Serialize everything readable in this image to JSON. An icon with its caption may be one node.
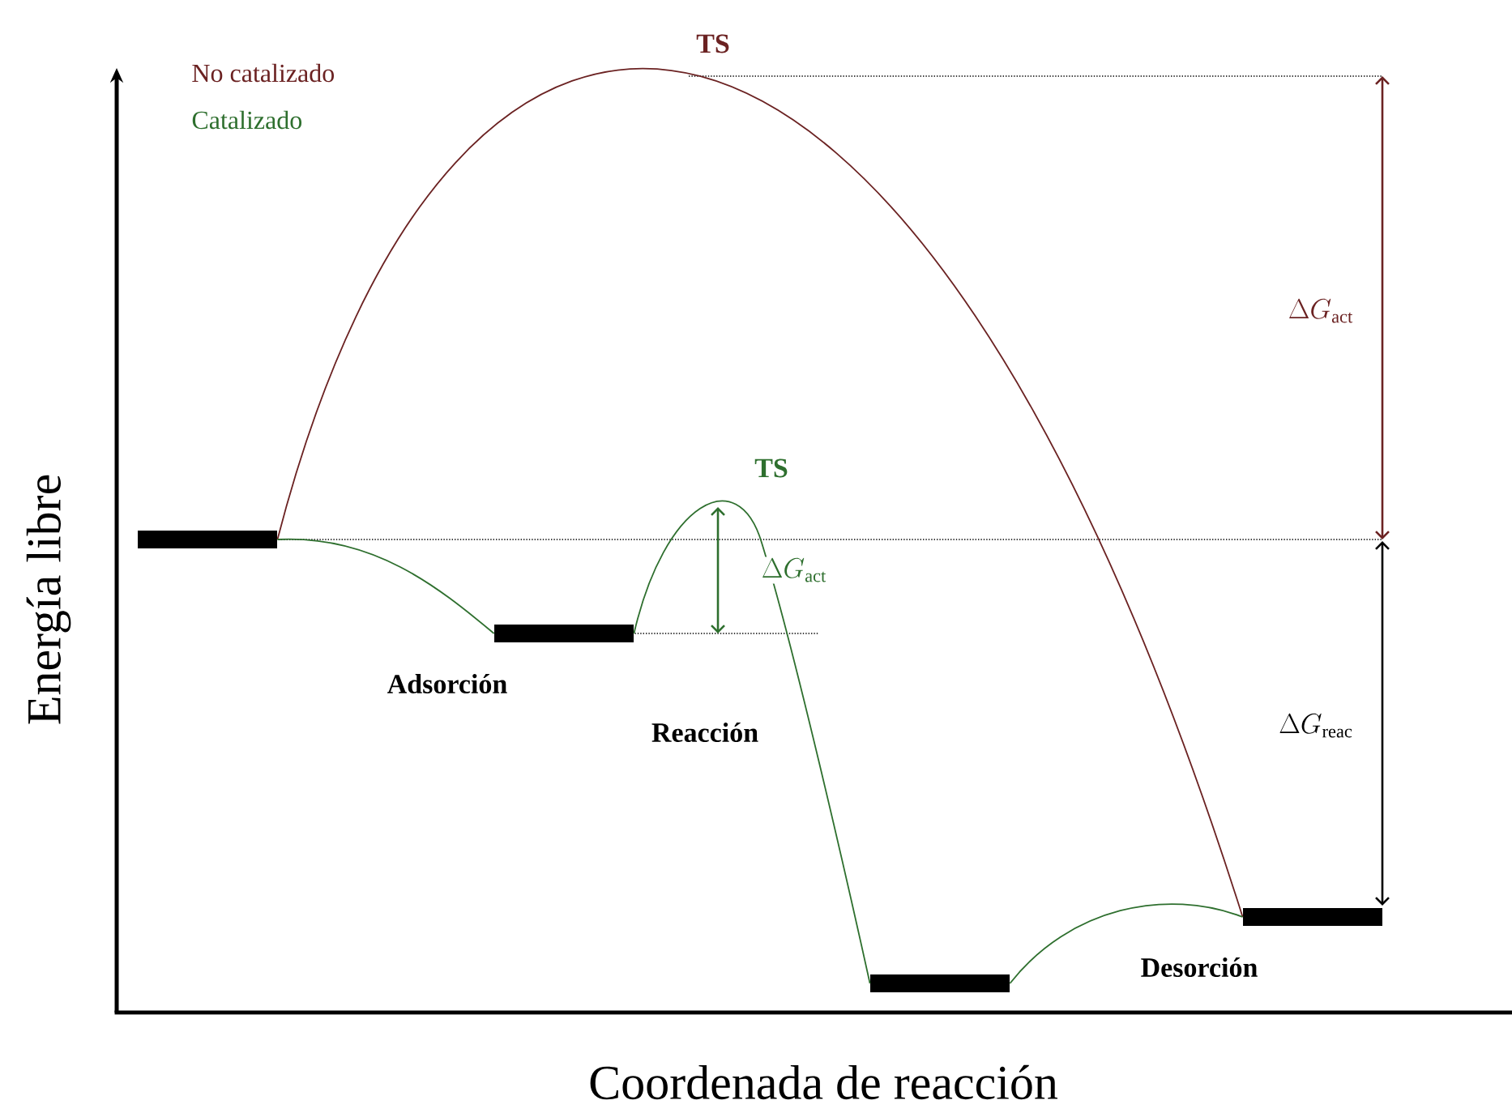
{
  "diagram": {
    "nodes": [
      {
        "text": [],
        "shape": "bar"
      },
      {
        "text": [],
        "shape": "bar"
      },
      {
        "text": [],
        "shape": "bar"
      },
      {
        "text": [],
        "shape": "bar"
      }
    ],
    "edges": [
      {
        "from": 0,
        "to": 3,
        "arrow": "none",
        "color": "#6b2222"
      },
      {
        "from": 0,
        "to": 1,
        "arrow": "none"
      },
      {
        "from": 1,
        "to": 2,
        "arrow": "none"
      },
      {
        "from": 2,
        "to": 3,
        "arrow": "none"
      }
    ],
    "labels": [
      "No catalizado",
      "TS",
      "Catalizado",
      "\\Delta G_{\\mathrm{act}}",
      "TS",
      "\\Delta G_{\\mathrm{act}}",
      "Adsorción",
      "Reacción",
      "\\Delta G_{\\mathrm{reac}}",
      "Desorción",
      "Energía libre",
      "Coordenada de reacción"
    ]
  }
}
